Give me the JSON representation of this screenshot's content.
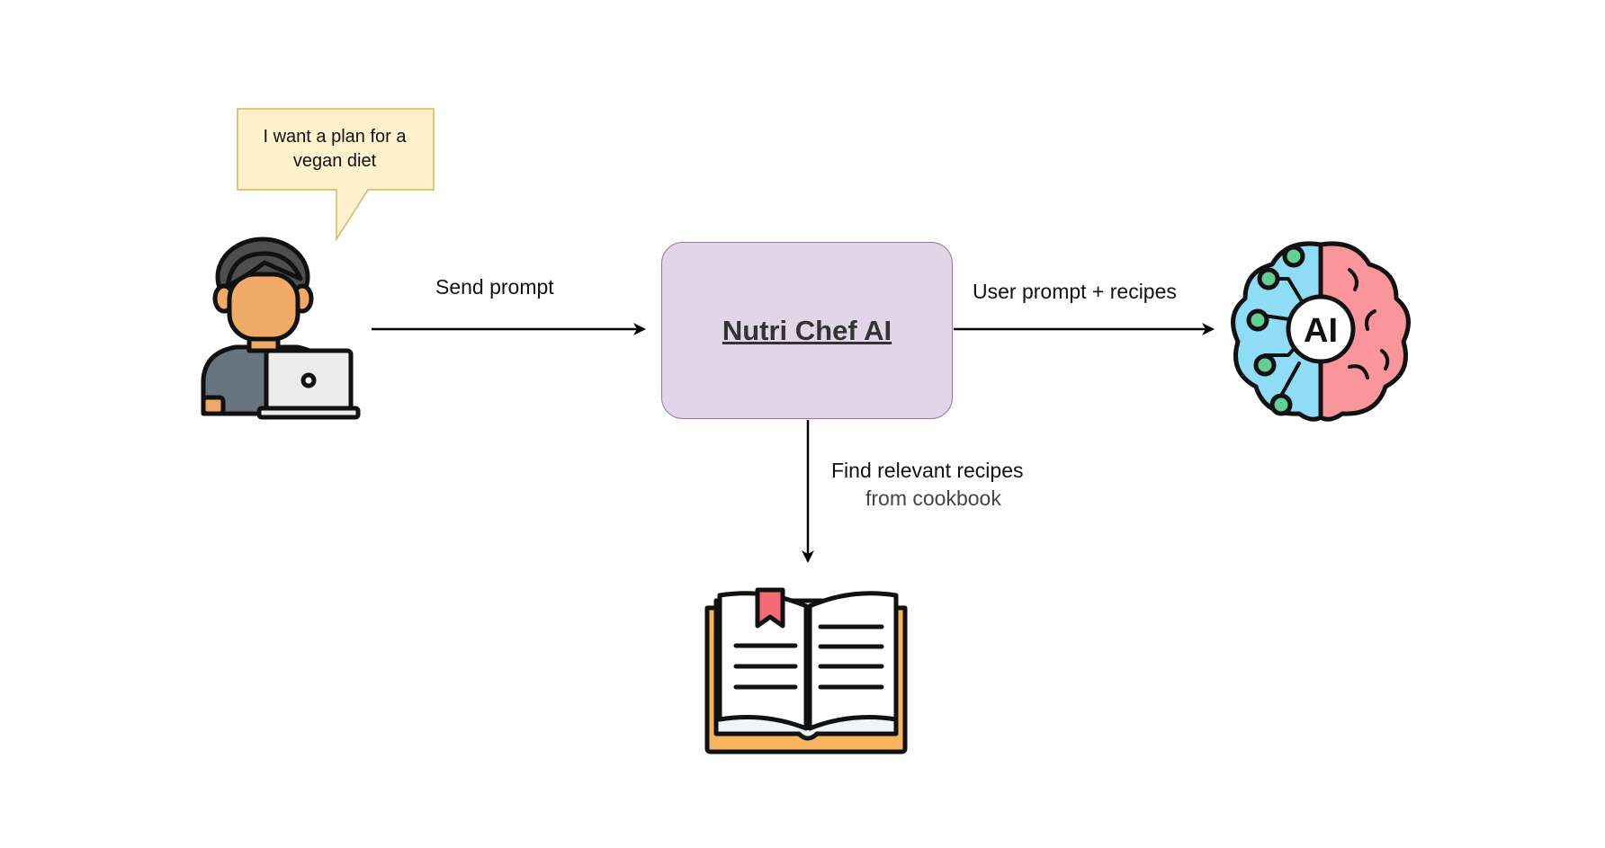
{
  "speech_bubble": {
    "text_line1": "I want a plan for a",
    "text_line2": "vegan diet"
  },
  "center_node": {
    "title": "Nutri Chef AI"
  },
  "edges": {
    "send_prompt": "Send prompt",
    "user_prompt_recipes": "User prompt + recipes",
    "find_recipes_line1": "Find relevant recipes",
    "find_recipes_line2": "from cookbook"
  },
  "icons": {
    "user": "user-laptop-icon",
    "ai": "ai-brain-icon",
    "book": "cookbook-icon"
  },
  "colors": {
    "bubble_fill": "#fff2cc",
    "bubble_stroke": "#d6b656",
    "node_fill": "#e1d5e7",
    "node_stroke": "#9673a6",
    "skin": "#eeaa66",
    "brain_left": "#8fdcf6",
    "brain_right": "#f9959b",
    "node_dot": "#5fcf93",
    "book_cover": "#f8b45f",
    "bookmark": "#f56b75"
  }
}
